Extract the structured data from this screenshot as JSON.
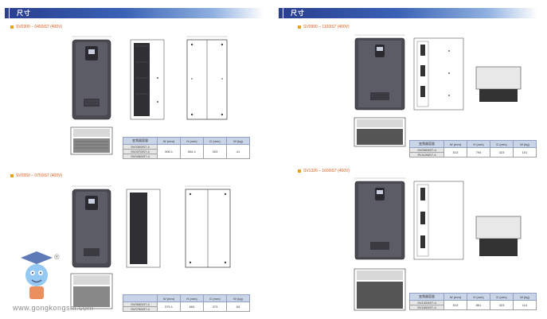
{
  "left_page": {
    "header": "尺寸",
    "section1": {
      "title": "SV0300 – 0450iS7 (400V)",
      "table": {
        "headers": [
          "变频器容量",
          "W (mm)",
          "H (mm)",
          "D (mm)",
          "W (kg)"
        ],
        "models": [
          "SV0300iS7-4",
          "SV0370iS7-4",
          "SV0450iS7-4"
        ],
        "values": [
          "306.1",
          "564.1",
          "303",
          "41"
        ]
      }
    },
    "section2": {
      "title": "SV0550 – 0750iS7 (400V)",
      "table": {
        "headers": [
          "",
          "W (mm)",
          "H (mm)",
          "D (mm)",
          "W (kg)"
        ],
        "models": [
          "SV0550iS7-4",
          "SV0750iS7-4"
        ],
        "values": [
          "379.1",
          "663",
          "373",
          "63"
        ]
      }
    }
  },
  "right_page": {
    "header": "尺寸",
    "section1": {
      "title": "SV0900 – 1100iS7 (400V)",
      "table": {
        "headers": [
          "变频器容量",
          "W (mm)",
          "H (mm)",
          "D (mm)",
          "W (kg)"
        ],
        "models": [
          "SV0900iS7-4",
          "SV1100iS7-4"
        ],
        "values": [
          "513",
          "794",
          "423",
          "101"
        ]
      }
    },
    "section2": {
      "title": "SV1320 – 1600iS7 (400V)",
      "table": {
        "headers": [
          "变频器容量",
          "W (mm)",
          "H (mm)",
          "D (mm)",
          "W (kg)"
        ],
        "models": [
          "SV1320iS7-4",
          "SV1600iS7-4"
        ],
        "values": [
          "513",
          "861",
          "423",
          "114"
        ]
      }
    }
  },
  "watermark": {
    "url": "www.gongkongshi.com",
    "registered": "®"
  }
}
